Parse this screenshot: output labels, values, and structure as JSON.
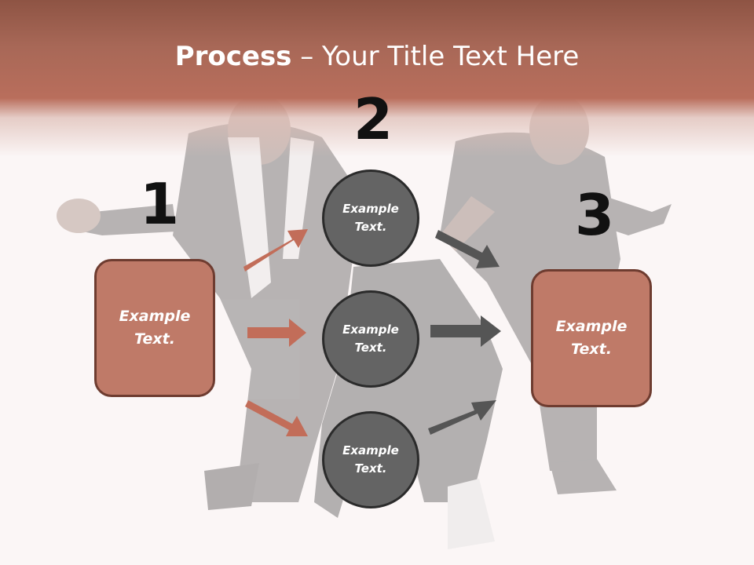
{
  "slide": {
    "title_bold": "Process",
    "title_rest": " – Your Title Text Here",
    "colors": {
      "header": "#b96e5c",
      "box_fill": "#bf7a68",
      "circle_fill": "#646464",
      "orange_arrow": "#c26d59",
      "gray_arrow": "#555555"
    },
    "steps": {
      "one": {
        "number": "1",
        "box_line1": "Example",
        "box_line2": "Text."
      },
      "two": {
        "number": "2",
        "circles": [
          {
            "line1": "Example",
            "line2": "Text."
          },
          {
            "line1": "Example",
            "line2": "Text."
          },
          {
            "line1": "Example",
            "line2": "Text."
          }
        ]
      },
      "three": {
        "number": "3",
        "box_line1": "Example",
        "box_line2": "Text."
      }
    }
  }
}
